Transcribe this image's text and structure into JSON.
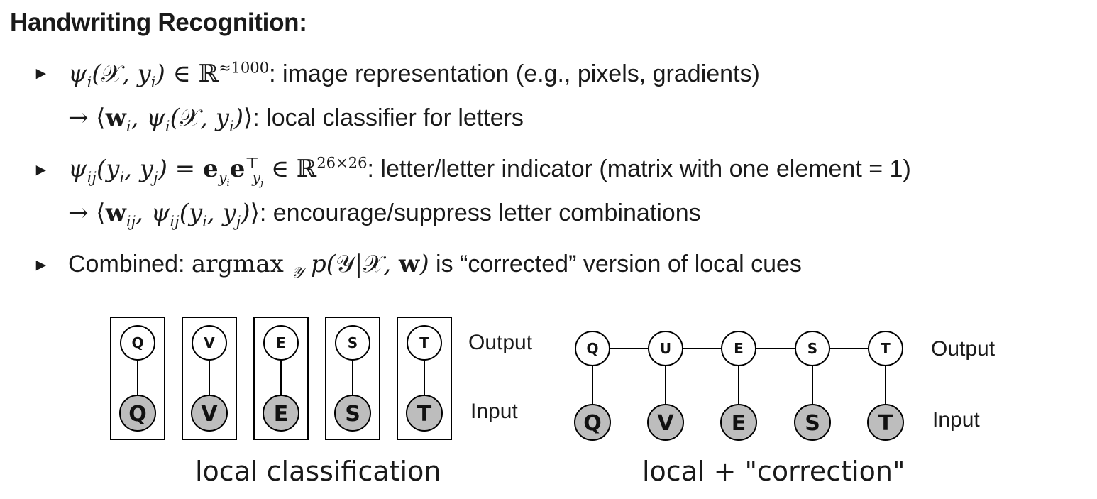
{
  "title": "Handwriting Recognition:",
  "bullets": [
    {
      "line1_text": ": image representation (e.g., pixels, gradients)",
      "line2_text": ": local classifier for letters"
    },
    {
      "line1_text": ": letter/letter indicator (matrix with one element = 1)",
      "line2_text": ": encourage/suppress letter combinations"
    },
    {
      "prefix": "Combined: ",
      "math_op": "argmax",
      "suffix": " is “corrected” version of local cues"
    }
  ],
  "diagram_left": {
    "caption": "local classification",
    "output_label": "Output",
    "input_label": "Input",
    "outputs": [
      "Q",
      "V",
      "E",
      "S",
      "T"
    ],
    "inputs": [
      "Q",
      "V",
      "E",
      "S",
      "T"
    ]
  },
  "diagram_right": {
    "caption": "local + \"correction\"",
    "output_label": "Output",
    "input_label": "Input",
    "outputs": [
      "Q",
      "U",
      "E",
      "S",
      "T"
    ],
    "inputs": [
      "Q",
      "V",
      "E",
      "S",
      "T"
    ]
  },
  "colors": {
    "input_node_fill": "#bdbdbd",
    "output_node_fill": "#ffffff",
    "stroke": "#000000"
  }
}
